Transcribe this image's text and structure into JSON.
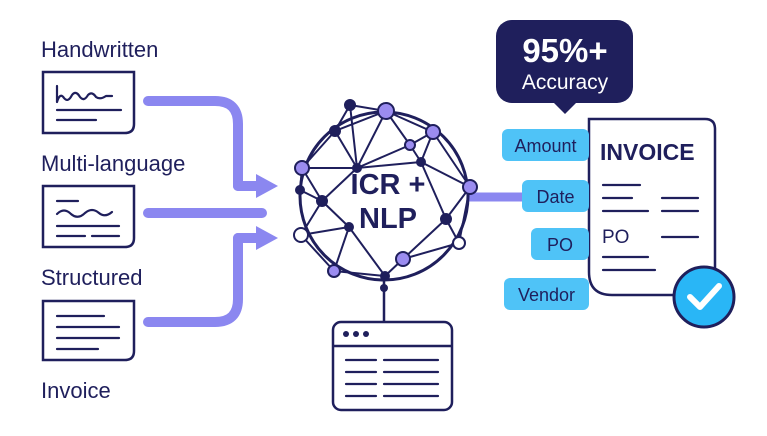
{
  "inputs": {
    "handwritten": "Handwritten",
    "multi_language": "Multi-language",
    "structured": "Structured",
    "invoice": "Invoice"
  },
  "engine": {
    "line1": "ICR +",
    "line2": "NLP"
  },
  "accuracy": {
    "value": "95%+",
    "label": "Accuracy"
  },
  "invoice_doc": {
    "title": "INVOICE",
    "po_text": "PO"
  },
  "fields": {
    "amount": "Amount",
    "date": "Date",
    "po": "PO",
    "vendor": "Vendor"
  },
  "colors": {
    "navy": "#1f1f5c",
    "lavender": "#8b87f0",
    "node_purple": "#9b8cf0",
    "field_blue": "#4fc3f7",
    "check_blue": "#29b6f6"
  }
}
